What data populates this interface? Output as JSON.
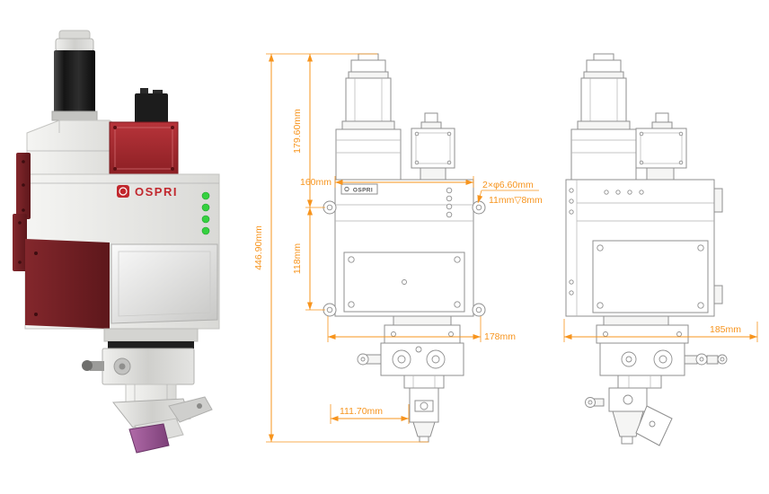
{
  "brand": "OSPRI",
  "colors": {
    "dimension": "#F7941D",
    "led_green": "#35d13f",
    "accent_red": "#a4262c",
    "maroon": "#6e1d22",
    "nozzle_purple": "#9b4f96"
  },
  "front_view": {
    "dims": {
      "total_height": "446.90mm",
      "collimator_height": "179.60mm",
      "top_width": "160mm",
      "plate_height": "118mm",
      "body_width": "178mm",
      "nozzle_offset": "111.70mm",
      "hole_callout": "2×φ6.60mm",
      "counterbore_callout": "11mm▽8mm"
    }
  },
  "side_view": {
    "dims": {
      "depth": "185mm"
    }
  }
}
